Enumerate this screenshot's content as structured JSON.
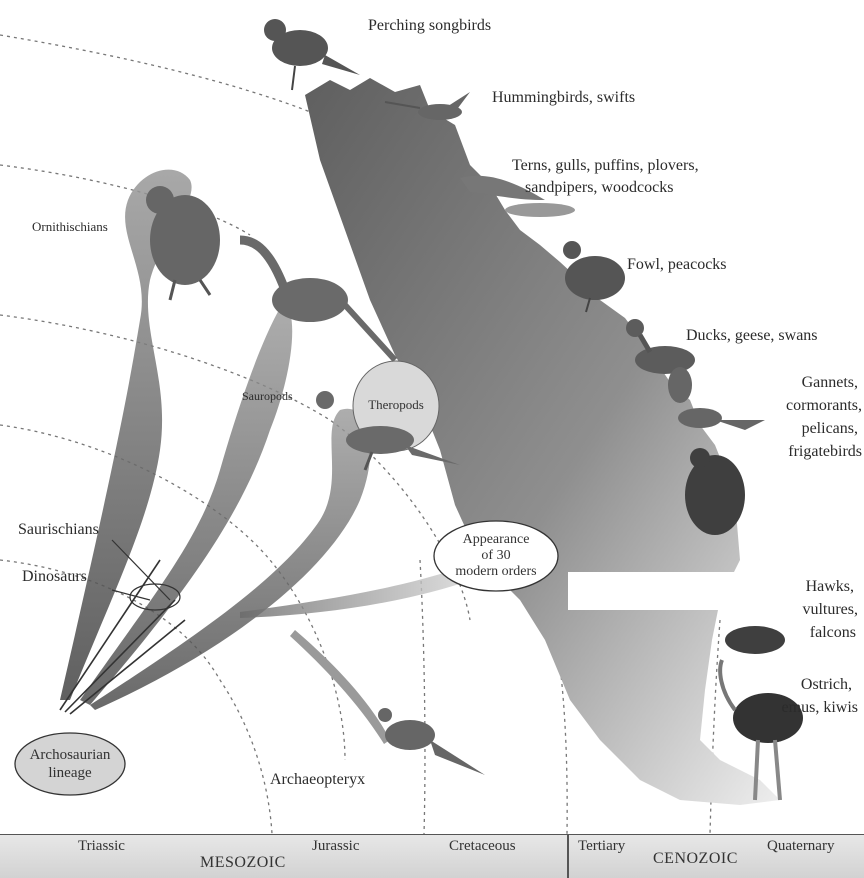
{
  "bird_groups": [
    "Perching songbirds",
    "Hummingbirds, swifts",
    "Terns, gulls, puffins, plovers,",
    "sandpipers, woodcocks",
    "Fowl, peacocks",
    "Ducks, geese, swans",
    "Gannets,",
    "cormorants,",
    "pelicans,",
    "frigatebirds",
    "Hawks,",
    "vultures,",
    "falcons",
    "Ostrich,",
    "emus, kiwis"
  ],
  "lineages": {
    "ornithischians": "Ornithischians",
    "saurischians": "Saurischians",
    "dinosaurs": "Dinosaurs",
    "sauropods": "Sauropods",
    "theropods": "Theropods",
    "archaeopteryx": "Archaeopteryx",
    "archosaurian_line1": "Archosaurian",
    "archosaurian_line2": "lineage"
  },
  "appearance": {
    "line1": "Appearance",
    "line2": "of 30",
    "line3": "modern orders"
  },
  "timeline": {
    "periods": [
      "Triassic",
      "Jurassic",
      "Cretaceous",
      "Tertiary",
      "Quaternary"
    ],
    "eras": [
      "MESOZOIC",
      "CENOZOIC"
    ]
  },
  "colors": {
    "fan_dark": "#6f6f6f",
    "fan_light": "#e9e9e9",
    "bubble_fill": "#d9d9d9",
    "line": "#555555"
  },
  "icons": [
    "songbird-icon",
    "hummingbird-icon",
    "tern-icon",
    "fowl-icon",
    "duck-icon",
    "gannet-icon",
    "hawk-icon",
    "ostrich-icon",
    "ornithischian-icon",
    "sauropod-icon",
    "theropod-icon",
    "archaeopteryx-icon"
  ]
}
